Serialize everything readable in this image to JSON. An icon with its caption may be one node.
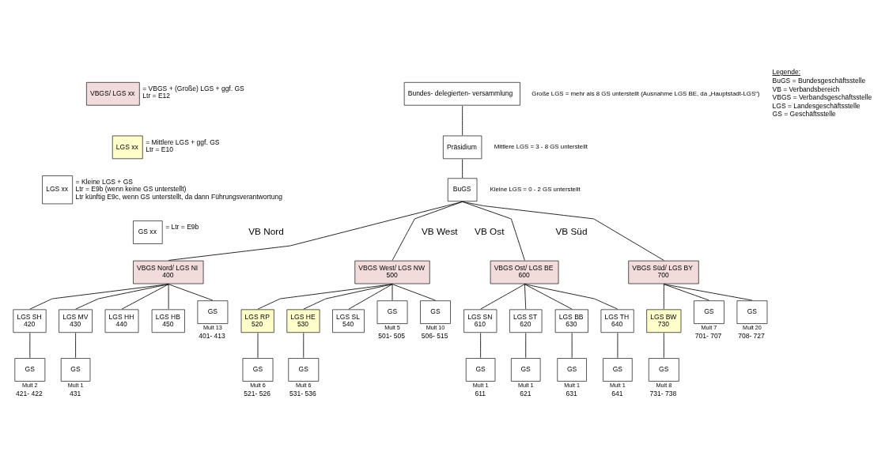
{
  "diagram": {
    "nodes": [
      {
        "text": [
          "VBGS/ LGS xx"
        ],
        "beside": [
          "= VBGS + (Große) LGS + ggf. GS",
          "Ltr = E12"
        ]
      },
      {
        "text": [
          "LGS xx"
        ],
        "beside": [
          "= Mittlere LGS + ggf. GS",
          "Ltr = E10"
        ]
      },
      {
        "text": [
          "LGS xx"
        ],
        "beside": [
          "= Kleine LGS + GS",
          "Ltr = E9b (wenn keine GS unterstellt)",
          "Ltr künftig E9c, wenn GS unterstellt, da dann Führungsverantwortung"
        ]
      },
      {
        "text": [
          "GS xx"
        ],
        "beside": [
          "= Ltr = E9b"
        ]
      },
      {
        "text": [
          "Bundes- delegierten- versammlung"
        ]
      },
      {
        "text": [
          "Präsidium"
        ]
      },
      {
        "text": [
          "BuGS"
        ]
      },
      {
        "text": [
          "VBGS Nord/ LGS NI",
          "400"
        ]
      },
      {
        "text": [
          "LGS SH",
          "420"
        ]
      },
      {
        "text": [
          "LGS MV",
          "430"
        ]
      },
      {
        "text": [
          "LGS HH",
          "440"
        ]
      },
      {
        "text": [
          "LGS HB",
          "450"
        ]
      },
      {
        "text": [
          "GS"
        ],
        "beside": [
          "Mult 13",
          "401- 413"
        ]
      },
      {
        "text": [
          "GS"
        ],
        "beside": [
          "Mult 2",
          "421- 422"
        ]
      },
      {
        "text": [
          "GS"
        ],
        "beside": [
          "Mult 1",
          "431"
        ]
      },
      {
        "text": [
          "VBGS West/ LGS NW",
          "500"
        ]
      },
      {
        "text": [
          "LGS RP",
          "520"
        ]
      },
      {
        "text": [
          "LGS HE",
          "530"
        ]
      },
      {
        "text": [
          "LGS SL",
          "540"
        ]
      },
      {
        "text": [
          "GS"
        ],
        "beside": [
          "Mult 5",
          "501- 505"
        ]
      },
      {
        "text": [
          "GS"
        ],
        "beside": [
          "Mult 10",
          "506- 515"
        ]
      },
      {
        "text": [
          "GS"
        ],
        "beside": [
          "Mult 6",
          "521- 526"
        ]
      },
      {
        "text": [
          "GS"
        ],
        "beside": [
          "Mult 6",
          "531- 536"
        ]
      },
      {
        "text": [
          "VBGS Ost/ LGS BE",
          "600"
        ]
      },
      {
        "text": [
          "LGS SN",
          "610"
        ]
      },
      {
        "text": [
          "LGS ST",
          "620"
        ]
      },
      {
        "text": [
          "LGS BB",
          "630"
        ]
      },
      {
        "text": [
          "LGS TH",
          "640"
        ]
      },
      {
        "text": [
          "GS"
        ],
        "beside": [
          "Mult 1",
          "611"
        ]
      },
      {
        "text": [
          "GS"
        ],
        "beside": [
          "Mult 1",
          "621"
        ]
      },
      {
        "text": [
          "GS"
        ],
        "beside": [
          "Mult 1",
          "631"
        ]
      },
      {
        "text": [
          "GS"
        ],
        "beside": [
          "Mult 1",
          "641"
        ]
      },
      {
        "text": [
          "VBGS Süd/ LGS BY",
          "700"
        ]
      },
      {
        "text": [
          "LGS BW",
          "730"
        ]
      },
      {
        "text": [
          "GS"
        ],
        "beside": [
          "Mult 7",
          "701- 707"
        ]
      },
      {
        "text": [
          "GS"
        ],
        "beside": [
          "Mult 20",
          "708- 727"
        ]
      },
      {
        "text": [
          "GS"
        ],
        "beside": [
          "Mult 8",
          "731- 738"
        ]
      }
    ],
    "edges": [
      {
        "from": 4,
        "to": 5,
        "arrow": "none"
      },
      {
        "from": 5,
        "to": 6,
        "arrow": "none"
      },
      {
        "from": 6,
        "to": 7,
        "arrow": "none"
      },
      {
        "from": 6,
        "to": 15,
        "arrow": "none"
      },
      {
        "from": 6,
        "to": 23,
        "arrow": "none"
      },
      {
        "from": 6,
        "to": 32,
        "arrow": "none"
      },
      {
        "from": 7,
        "to": 8,
        "arrow": "none"
      },
      {
        "from": 7,
        "to": 9,
        "arrow": "none"
      },
      {
        "from": 7,
        "to": 10,
        "arrow": "none"
      },
      {
        "from": 7,
        "to": 11,
        "arrow": "none"
      },
      {
        "from": 7,
        "to": 12,
        "arrow": "none"
      },
      {
        "from": 8,
        "to": 13,
        "arrow": "none"
      },
      {
        "from": 9,
        "to": 14,
        "arrow": "none"
      },
      {
        "from": 15,
        "to": 16,
        "arrow": "none"
      },
      {
        "from": 15,
        "to": 17,
        "arrow": "none"
      },
      {
        "from": 15,
        "to": 18,
        "arrow": "none"
      },
      {
        "from": 15,
        "to": 19,
        "arrow": "none"
      },
      {
        "from": 15,
        "to": 20,
        "arrow": "none"
      },
      {
        "from": 16,
        "to": 21,
        "arrow": "none"
      },
      {
        "from": 17,
        "to": 22,
        "arrow": "none"
      },
      {
        "from": 23,
        "to": 24,
        "arrow": "none"
      },
      {
        "from": 23,
        "to": 25,
        "arrow": "none"
      },
      {
        "from": 23,
        "to": 26,
        "arrow": "none"
      },
      {
        "from": 23,
        "to": 27,
        "arrow": "none"
      },
      {
        "from": 24,
        "to": 28,
        "arrow": "none"
      },
      {
        "from": 25,
        "to": 29,
        "arrow": "none"
      },
      {
        "from": 26,
        "to": 30,
        "arrow": "none"
      },
      {
        "from": 27,
        "to": 31,
        "arrow": "none"
      },
      {
        "from": 32,
        "to": 33,
        "arrow": "none"
      },
      {
        "from": 32,
        "to": 34,
        "arrow": "none"
      },
      {
        "from": 32,
        "to": 35,
        "arrow": "none"
      },
      {
        "from": 33,
        "to": 36,
        "arrow": "none"
      }
    ],
    "labels": [
      "Große LGS = mehr als 8 GS unterstellt (Ausnahme LGS BE, da „Hauptstadt-LGS“)",
      "Mittlere LGS = 3 - 8 GS unterstellt",
      "Kleine LGS = 0 - 2 GS unterstellt",
      "Legende:",
      "BuGS = Bundesgeschäftsstelle",
      "VB = Verbandsbereich",
      "VBGS = Verbandsgeschäftsstelle",
      "LGS = Landesgeschäftsstelle",
      "GS = Geschäftsstelle",
      "VB Nord",
      "VB West",
      "VB Ost",
      "VB Süd"
    ]
  }
}
